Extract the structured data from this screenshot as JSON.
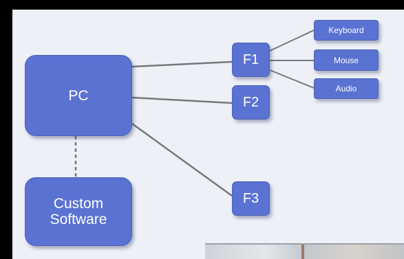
{
  "nodes": {
    "pc": "PC",
    "software_line1": "Custom",
    "software_line2": "Software",
    "f1": "F1",
    "f2": "F2",
    "f3": "F3",
    "keyboard": "Keyboard",
    "mouse": "Mouse",
    "audio": "Audio"
  },
  "colors": {
    "node_fill": "#5a72d2",
    "background": "#eef0f7",
    "frame": "#000000",
    "connector": "#777777"
  }
}
